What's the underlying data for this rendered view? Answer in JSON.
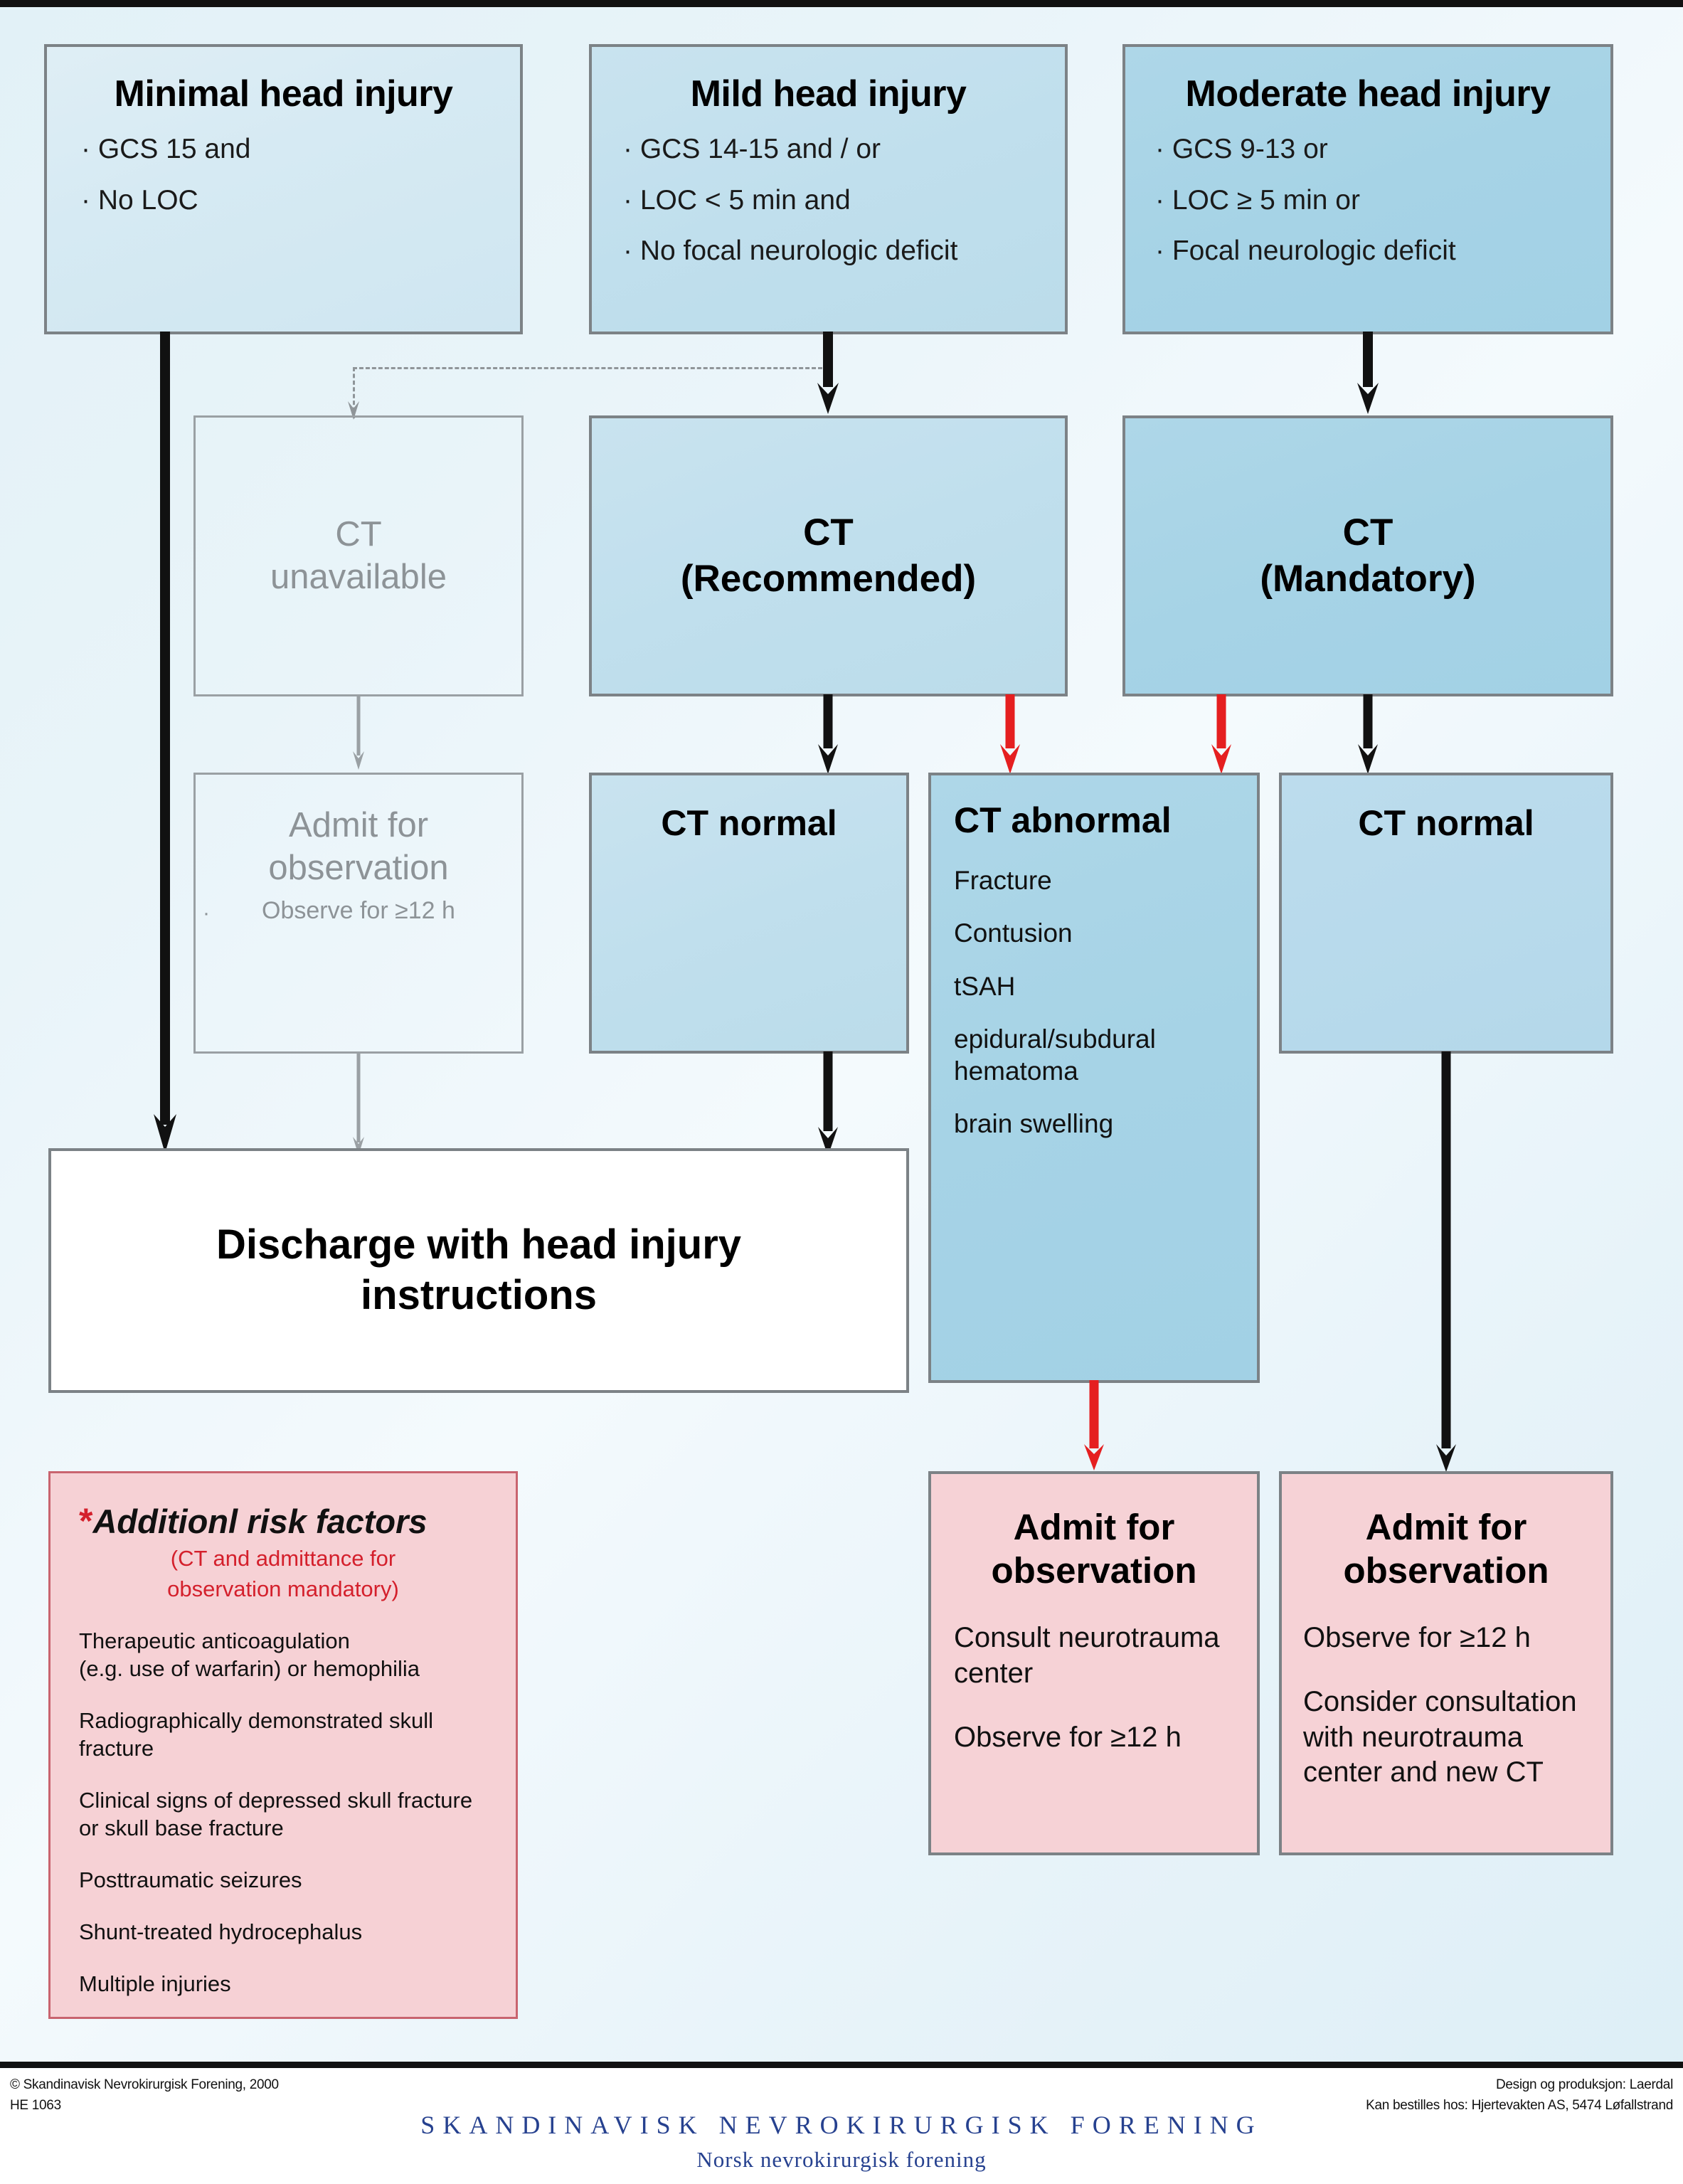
{
  "theme": {
    "bg_top": "#e2f1f7",
    "box_border": "#7c8286",
    "blue_light": "#dfeef5",
    "blue_mid": "#c9e3ef",
    "blue_dark": "#aed7e8",
    "pink": "#f6d1d5",
    "pink_border": "#c9646f",
    "red_arrow": "#e51f20",
    "black_arrow": "#111111",
    "ghost_gray": "#8d9397",
    "footer_blue": "#26418f"
  },
  "severity": {
    "minimal": {
      "title": "Minimal head injury",
      "bullets": [
        "GCS 15 and",
        "No LOC"
      ]
    },
    "mild": {
      "title": "Mild head injury",
      "bullets": [
        "GCS 14-15 and / or",
        "LOC < 5 min and",
        "No focal neurologic deficit"
      ]
    },
    "moderate": {
      "title": "Moderate head injury",
      "bullets": [
        "GCS 9-13 or",
        "LOC ≥ 5 min or",
        "Focal neurologic deficit"
      ]
    }
  },
  "ct_row": {
    "unavailable": {
      "line1": "CT",
      "line2": "unavailable"
    },
    "recommended": {
      "line1": "CT",
      "line2": "(Recommended)"
    },
    "mandatory": {
      "line1": "CT",
      "line2": "(Mandatory)"
    }
  },
  "results": {
    "admit_ghost": {
      "line1": "Admit for",
      "line2": "observation",
      "detail": "Observe for ≥12 h",
      "bullet": "·"
    },
    "ct_normal_mild": {
      "title": "CT normal"
    },
    "ct_abnormal": {
      "title": "CT abnormal",
      "findings": [
        "Fracture",
        "Contusion",
        "tSAH",
        "epidural/subdural hematoma",
        "brain swelling"
      ]
    },
    "ct_normal_moderate": {
      "title": "CT normal"
    }
  },
  "discharge": {
    "line1": "Discharge with head injury",
    "line2": "instructions"
  },
  "admit_abnormal": {
    "title_l1": "Admit for",
    "title_l2": "observation",
    "lines": [
      "Consult neurotrauma center",
      "Observe for ≥12 h"
    ]
  },
  "admit_normal": {
    "title_l1": "Admit for",
    "title_l2": "observation",
    "lines": [
      "Observe for ≥12 h",
      "Consider consultation with neurotrauma center and new CT"
    ]
  },
  "risk_factors": {
    "star": "*",
    "title": "Additionl risk factors",
    "subtitle_l1": "(CT and admittance for",
    "subtitle_l2": "observation mandatory)",
    "items": [
      "Therapeutic anticoagulation\n(e.g. use of warfarin) or hemophilia",
      "Radiographically demonstrated skull\nfracture",
      "Clinical signs of depressed skull fracture\nor skull base fracture",
      "Posttraumatic seizures",
      "Shunt-treated hydrocephalus",
      "Multiple injuries"
    ]
  },
  "footer": {
    "copyright": "© Skandinavisk Nevrokirurgisk Forening, 2000",
    "code": "HE 1063",
    "design": "Design og produksjon: Laerdal",
    "order": "Kan bestilles hos: Hjertevakten AS, 5474 Løfallstrand",
    "org_main": "SKANDINAVISK NEVROKIRURGISK FORENING",
    "org_sub": "Norsk nevrokirurgisk forening"
  }
}
